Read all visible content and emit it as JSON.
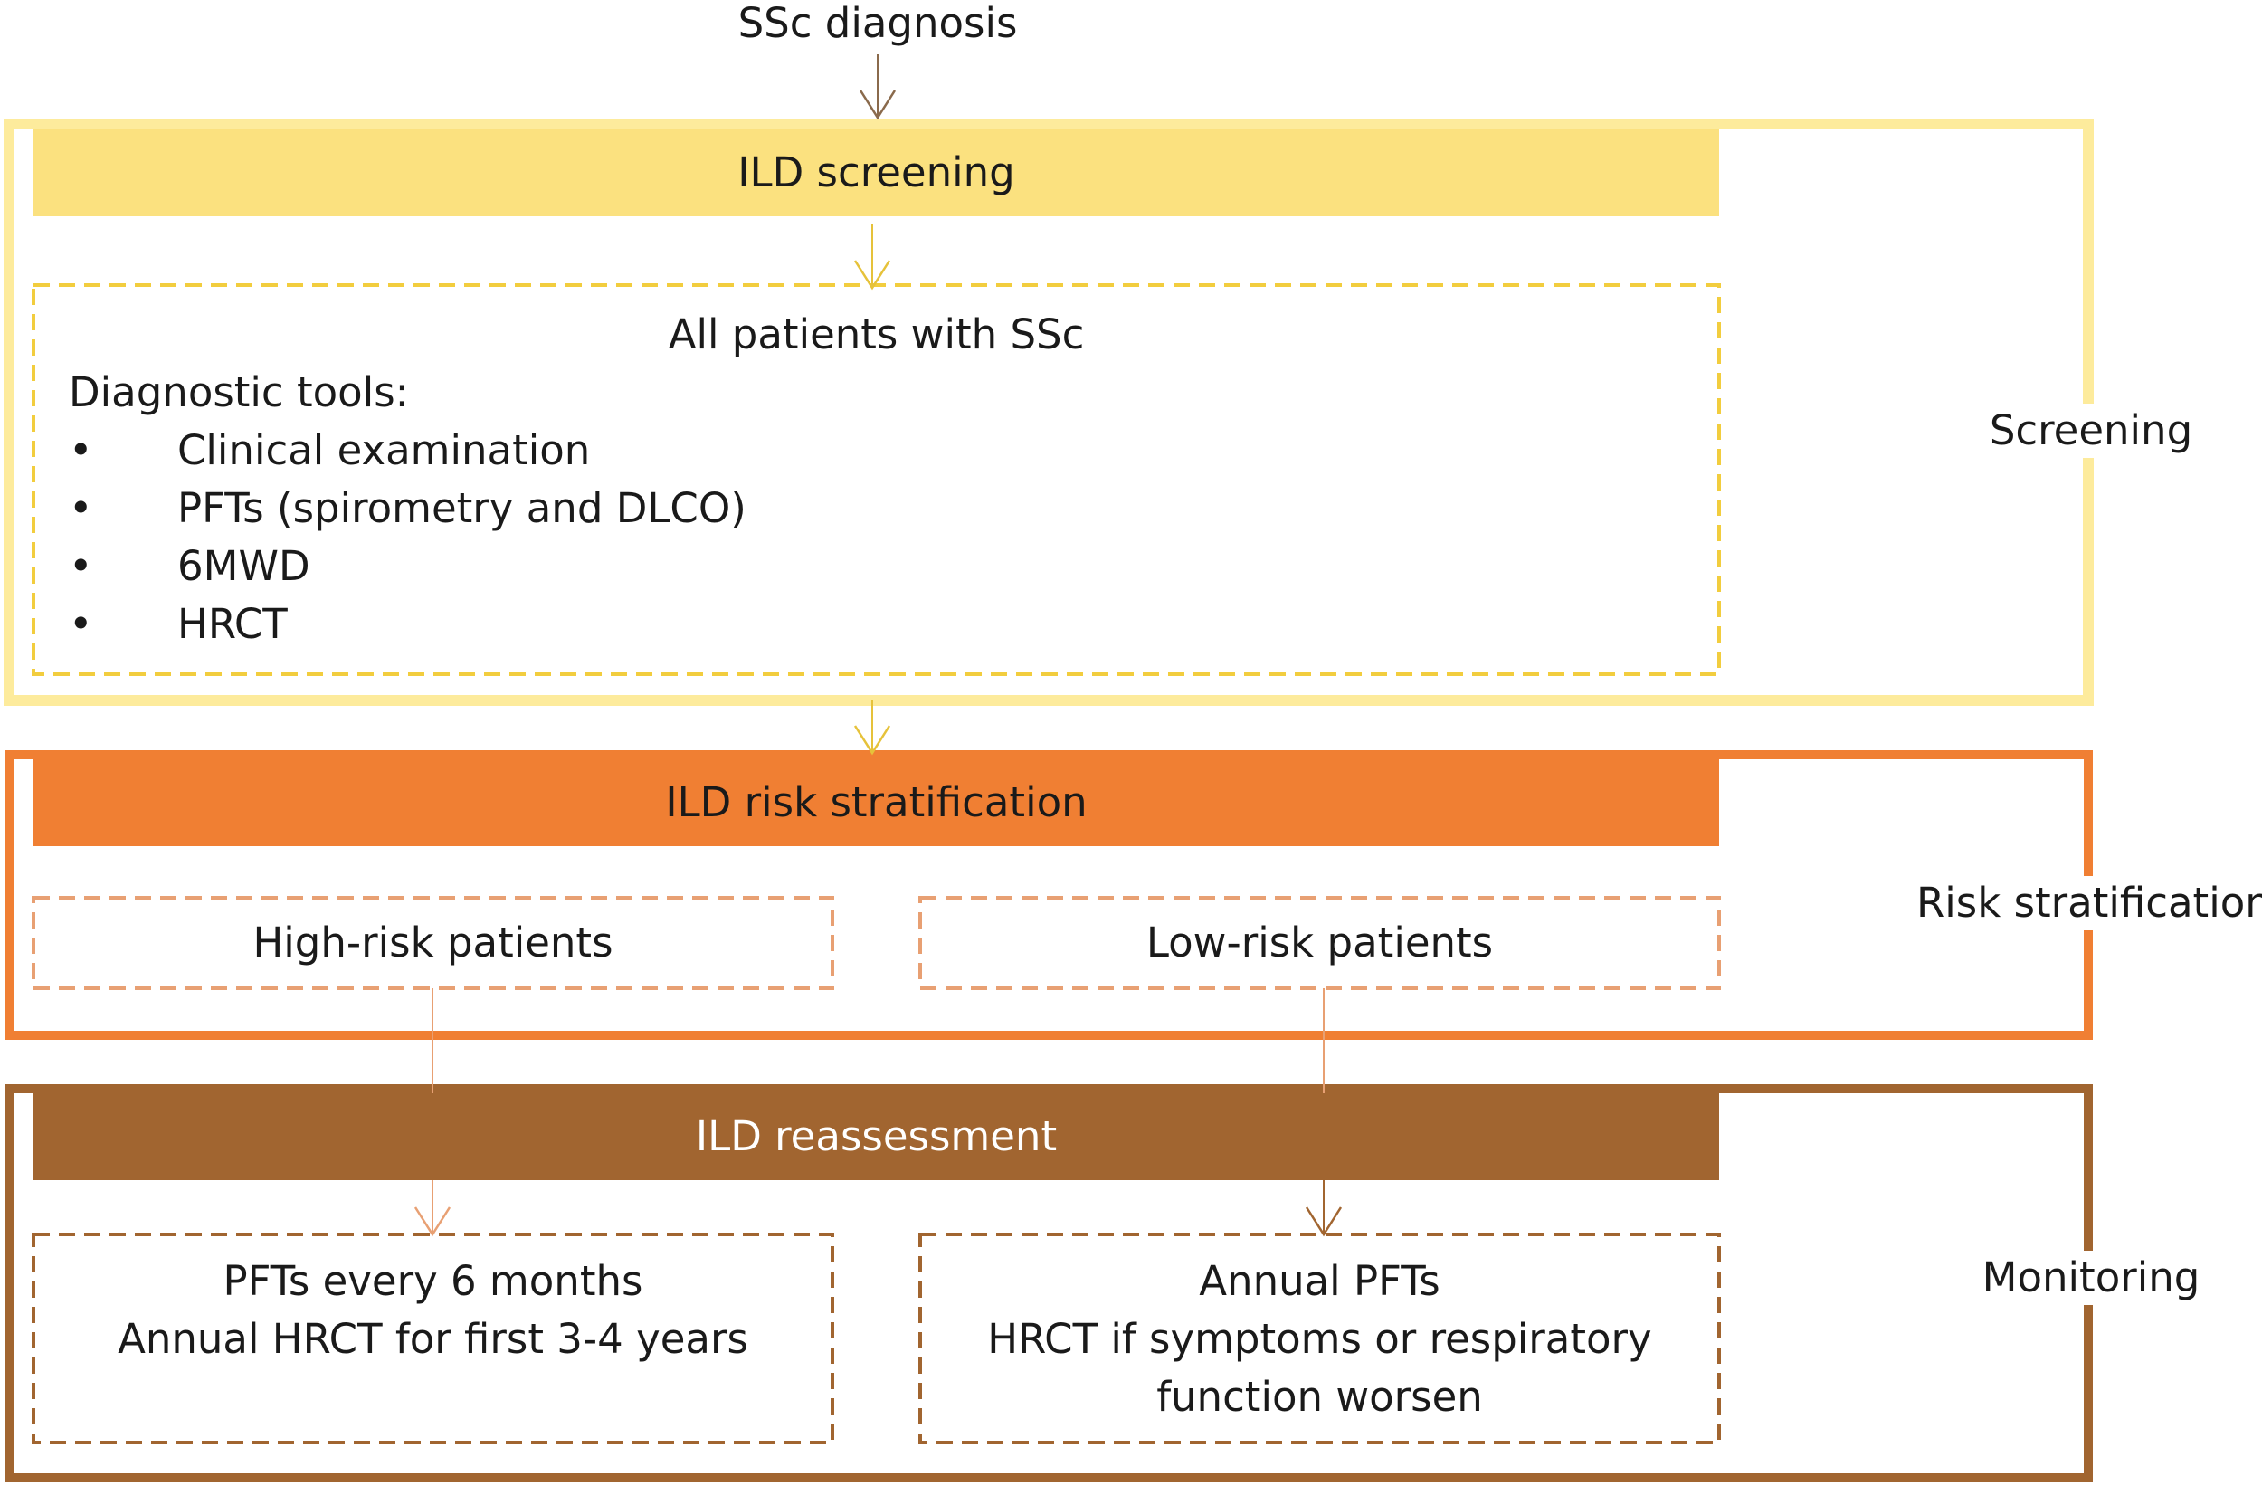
{
  "start": "SSc diagnosis",
  "colors": {
    "screening": "#fbe17f",
    "screening_border": "#fdeb9c",
    "risk": "#f07f33",
    "monitoring": "#a16530"
  },
  "screening": {
    "header": "ILD screening",
    "box_title": "All patients with SSc",
    "tools_label": "Diagnostic tools:",
    "tools": [
      "Clinical examination",
      "PFTs (spirometry and DLCO)",
      "6MWD",
      "HRCT"
    ],
    "side_label": "Screening"
  },
  "risk": {
    "header": "ILD risk stratification",
    "high": "High-risk patients",
    "low": "Low-risk patients",
    "side_label": "Risk stratification"
  },
  "monitoring": {
    "header": "ILD reassessment",
    "high_plan": [
      "PFTs every 6 months",
      "Annual HRCT for first 3-4 years"
    ],
    "low_plan": [
      "Annual PFTs",
      "HRCT if  symptoms or respiratory",
      "function worsen"
    ],
    "side_label": "Monitoring"
  }
}
